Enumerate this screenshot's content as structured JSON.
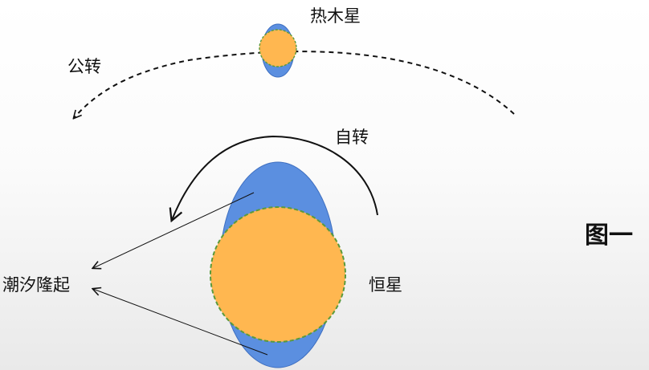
{
  "labels": {
    "hot_jupiter": "热木星",
    "orbit": "公转",
    "rotation": "自转",
    "tidal_bulge": "潮汐隆起",
    "star": "恒星",
    "figure": "图一"
  },
  "colors": {
    "bulge": "#5b8fe0",
    "bulge_stroke": "#3e6fc0",
    "body": "#ffb750",
    "body_stroke": "#5a9a3c",
    "line": "#111111"
  },
  "icons": {
    "orbit_arrow": "dashed-arc-arrow-icon",
    "rotation_arrow": "solid-arc-arrow-icon",
    "pointer": "thin-arrow-icon"
  }
}
